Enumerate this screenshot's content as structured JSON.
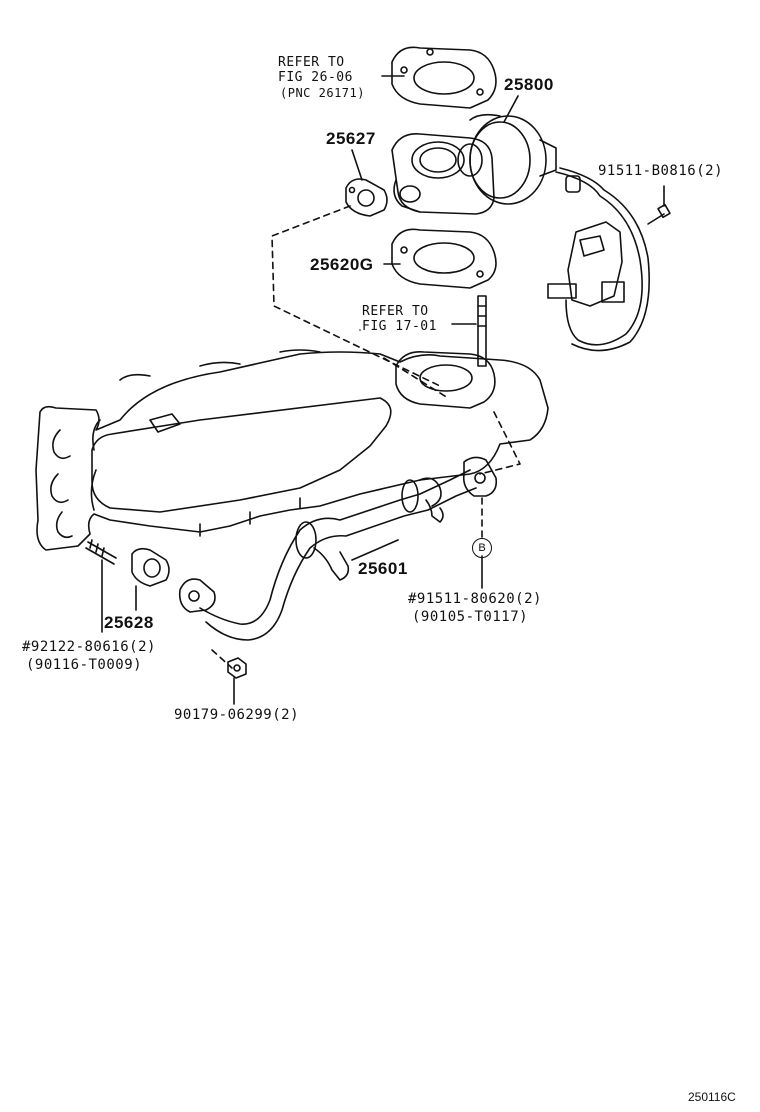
{
  "labels": {
    "refer_fig2606_l1": "REFER TO",
    "refer_fig2606_l2": "FIG 26-06",
    "refer_fig2606_l3": "(PNC 26171)",
    "p25800": "25800",
    "p25627": "25627",
    "p91511b": "91511-B0816(2)",
    "p25620g": "25620G",
    "refer_fig1701_l1": "REFER TO",
    "refer_fig1701_l2": "FIG 17-01",
    "p25601": "25601",
    "callout_b": "B",
    "p91511_80620": "#91511-80620(2)",
    "p90105": "(90105-T0117)",
    "p25628": "25628",
    "p92122": "#92122-80616(2)",
    "p90116": "(90116-T0009)",
    "p90179": "90179-06299(2)",
    "diagram_code": "250116C"
  }
}
